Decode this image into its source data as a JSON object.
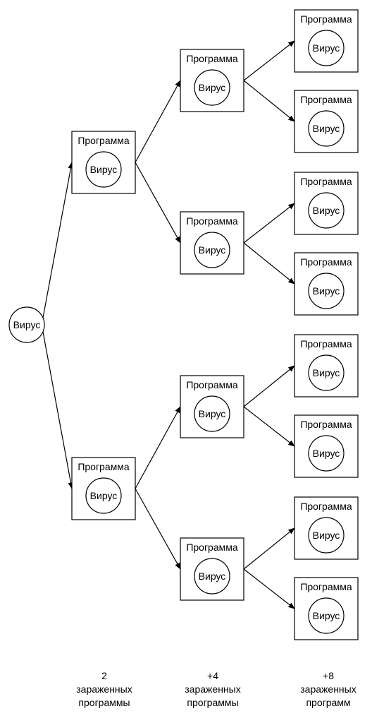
{
  "diagram": {
    "root_label": "Вирус",
    "program_label": "Программа",
    "virus_label": "Вирус"
  },
  "captions": [
    {
      "lines": [
        "2",
        "зараженных",
        "программы"
      ]
    },
    {
      "lines": [
        "+4",
        "зараженных",
        "программы"
      ]
    },
    {
      "lines": [
        "+8",
        "зараженных",
        "программ"
      ]
    }
  ]
}
